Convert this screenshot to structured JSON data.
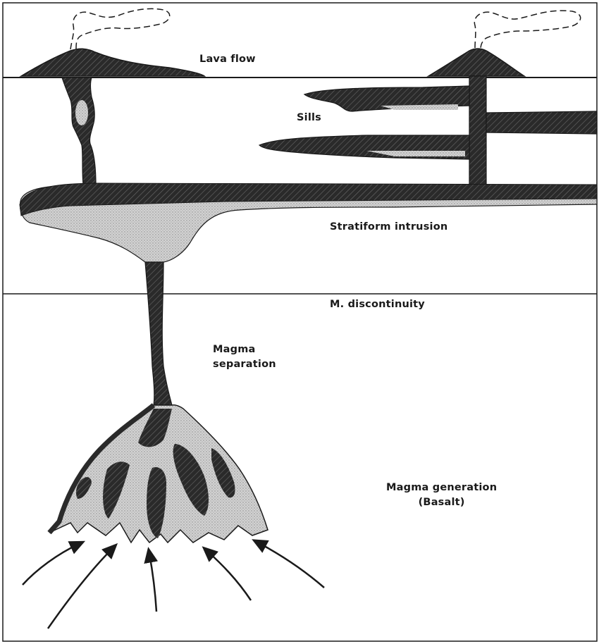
{
  "labels": {
    "lava_flow": "Lava flow",
    "sills": "Sills",
    "stratiform_intrusion": "Stratiform intrusion",
    "m_discontinuity": "M. discontinuity",
    "magma_separation_line1": "Magma",
    "magma_separation_line2": "separation",
    "magma_generation_line1": "Magma generation",
    "magma_generation_line2": "(Basalt)"
  },
  "colors": {
    "line": "#1a1a1a",
    "magma_dark": "#2a2a2a",
    "magma_stipple": "#c9c9c9",
    "background": "#ffffff"
  },
  "icons": {
    "volcano_plume": "dashed-smoke-plume-icon",
    "arrow": "upward-curved-arrow-icon"
  }
}
